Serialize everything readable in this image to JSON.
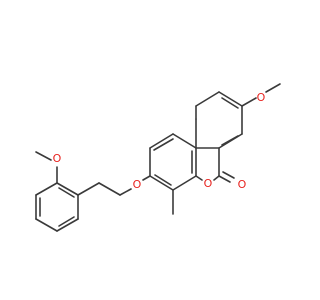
{
  "molecule": {
    "atom_labels": {
      "methoxy_o_left": "O",
      "ether_o": "O",
      "ring_o": "O",
      "carbonyl_o": "O",
      "methoxy_o_right": "O"
    },
    "colors": {
      "bond": "#3a3a3a",
      "oxygen": "#e8231f",
      "background": "#ffffff"
    }
  }
}
